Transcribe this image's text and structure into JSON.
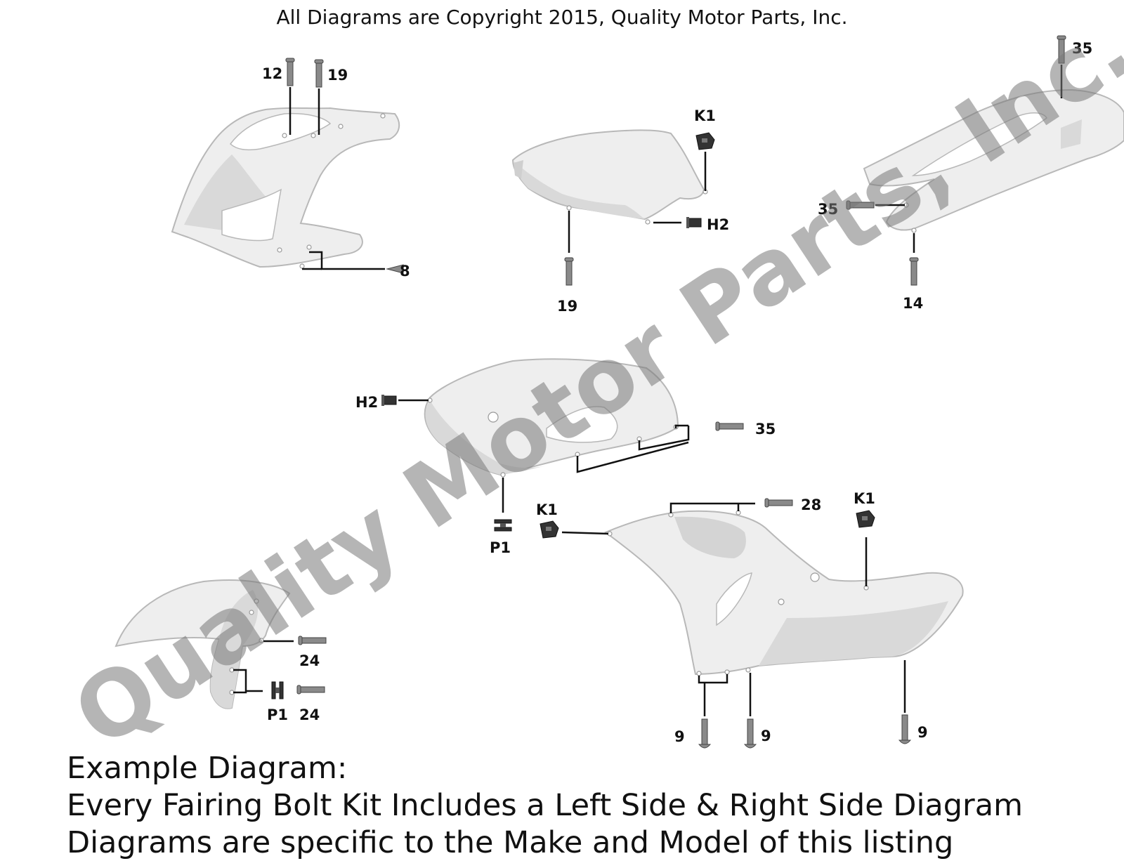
{
  "copyright": "All Diagrams are Copyright 2015, Quality Motor Parts, Inc.",
  "watermark": "Quality Motor Parts, Inc.",
  "callouts": {
    "front_upper": [
      "12",
      "19",
      "8"
    ],
    "tank_cover": [
      "K1",
      "H2",
      "19"
    ],
    "tail": [
      "35",
      "35",
      "14"
    ],
    "side_panel": [
      "H2",
      "35",
      "P1"
    ],
    "lower": [
      "28",
      "K1",
      "K1",
      "9",
      "9",
      "9"
    ],
    "fender": [
      "24",
      "P1",
      "24"
    ]
  },
  "caption": {
    "line1": "Example Diagram:",
    "line2": "Every Fairing Bolt Kit Includes a Left Side & Right Side Diagram",
    "line3": "Diagrams are specific to the Make and Model of this listing"
  }
}
